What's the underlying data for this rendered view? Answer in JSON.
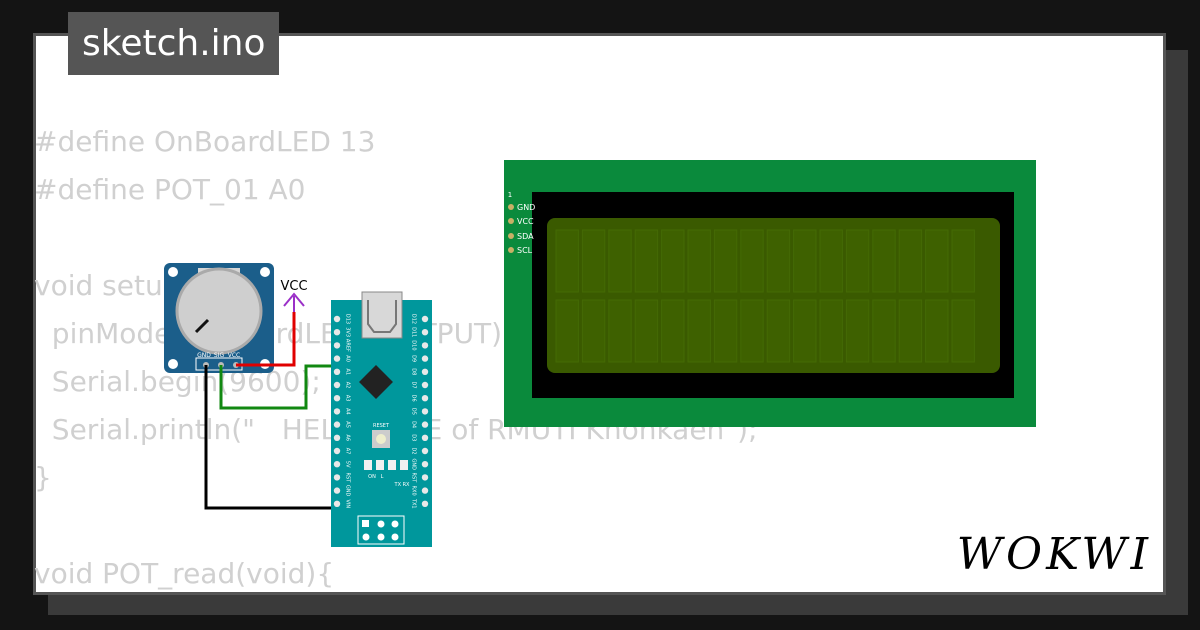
{
  "window": {
    "file_title": "sketch.ino",
    "brand": "WOKWI"
  },
  "code_lines": [
    "#define OnBoardLED 13",
    "#define POT_01 A0",
    "",
    "void setup() {",
    "  pinMode(OnBoardLED, OUTPUT);",
    "  Serial.begin(9600);",
    "  Serial.println(\"   HELLO ONE of RMUTI Khonkaen\");",
    "}",
    "",
    "void POT_read(void){"
  ],
  "potentiometer": {
    "label_vcc": "VCC",
    "pin_labels": [
      "GND",
      "SIG",
      "VCC"
    ],
    "body_color": "#1b5e8a"
  },
  "arduino": {
    "reset_label": "RESET",
    "led_labels": [
      "ON",
      "L"
    ],
    "tx_rx_label": "TX RX",
    "left_pins": [
      "D13",
      "3V3",
      "AREF",
      "A0",
      "A1",
      "A2",
      "A3",
      "A4",
      "A5",
      "A6",
      "A7",
      "5V",
      "RST",
      "GND",
      "VIN"
    ],
    "right_pins": [
      "D12",
      "D11",
      "D10",
      "D9",
      "D8",
      "D7",
      "D6",
      "D5",
      "D4",
      "D3",
      "D2",
      "GND",
      "RST",
      "RX0",
      "TX1"
    ],
    "board_color": "#00979c"
  },
  "lcd": {
    "header_pin": "1",
    "pins": [
      "GND",
      "VCC",
      "SDA",
      "SCL"
    ],
    "pcb_color": "#0a8a3c",
    "screen_color": "#3a5a00"
  },
  "colors": {
    "wire_red": "#e00000",
    "wire_green": "#118811",
    "wire_black": "#000000",
    "arrow_purple": "#9b30c8"
  }
}
